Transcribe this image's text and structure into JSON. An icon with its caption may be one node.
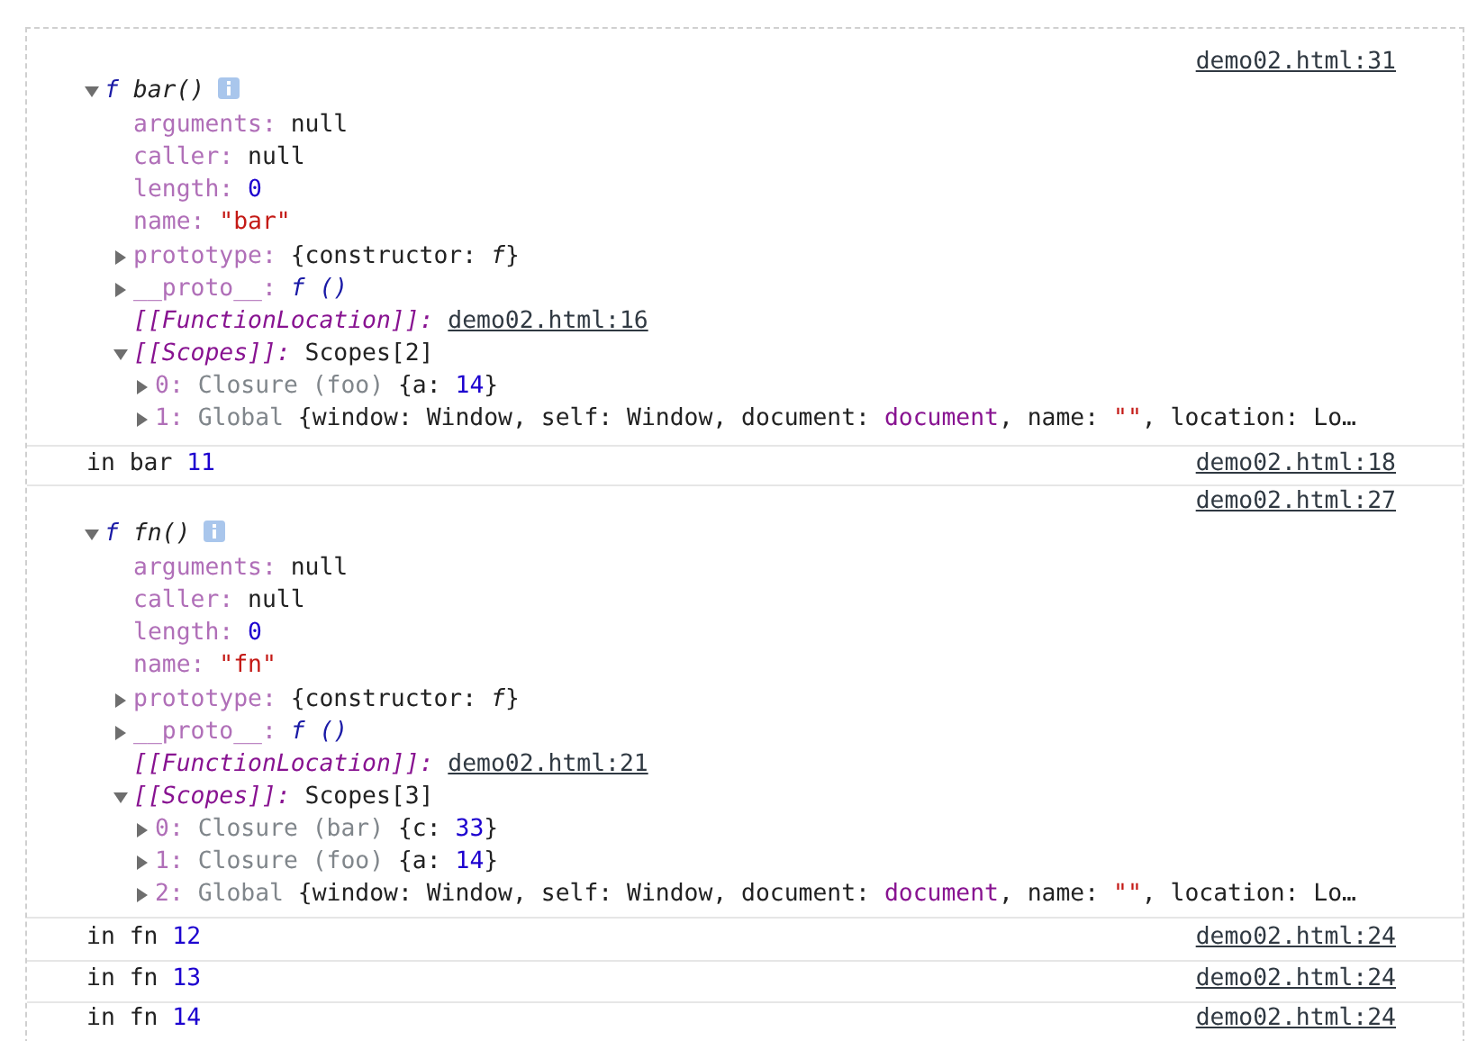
{
  "diagram": {
    "labels": [
      "demo02.html:31",
      "f",
      "bar()",
      "arguments:",
      "null",
      "caller:",
      "null",
      "length:",
      "0",
      "name:",
      "\"bar\"",
      "prototype:",
      "{constructor: *f*}",
      "__proto__:",
      "f ()",
      "[[FunctionLocation]]:",
      "demo02.html:16",
      "[[Scopes]]:",
      "Scopes[2]",
      "0:",
      "Closure (foo)",
      "{a:",
      "14",
      "}",
      "1:",
      "Global",
      "{window: Window, self: Window, document:",
      "document",
      ",",
      "name:",
      "\"\"",
      ",",
      "location: Lo…",
      "in bar",
      "11",
      "demo02.html:18",
      "demo02.html:27",
      "f",
      "fn()",
      "arguments:",
      "null",
      "caller:",
      "null",
      "length:",
      "0",
      "name:",
      "\"fn\"",
      "prototype:",
      "{constructor: *f*}",
      "__proto__:",
      "f ()",
      "[[FunctionLocation]]:",
      "demo02.html:21",
      "[[Scopes]]:",
      "Scopes[3]",
      "0:",
      "Closure (bar)",
      "{c:",
      "33",
      "}",
      "1:",
      "Closure (foo)",
      "{a:",
      "14",
      "}",
      "2:",
      "Global",
      "{window: Window, self: Window, document:",
      "document",
      ",",
      "name:",
      "\"\"",
      ",",
      "location: Lo…",
      "in fn",
      "12",
      "demo02.html:24",
      "in fn",
      "13",
      "demo02.html:24",
      "in fn",
      "14",
      "demo02.html:24"
    ]
  }
}
